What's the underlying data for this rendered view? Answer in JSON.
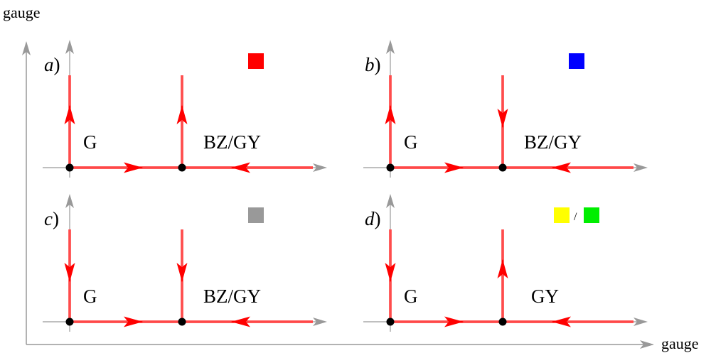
{
  "axes": {
    "y_label": "gauge",
    "x_label": "gauge",
    "axis_color": "#999999"
  },
  "flow_color": "#ff0000",
  "node_color": "#000000",
  "panels": [
    {
      "id": "a",
      "letter": "a",
      "paren": ")",
      "gaussian_label": "G",
      "fixed_point_label": "BZ/GY",
      "gaussian_vertical_flow": "up",
      "fixed_point_vertical_flow": "up",
      "swatches": [
        {
          "color": "#ff0000"
        }
      ],
      "swatch_separator": ""
    },
    {
      "id": "b",
      "letter": "b",
      "paren": ")",
      "gaussian_label": "G",
      "fixed_point_label": "BZ/GY",
      "gaussian_vertical_flow": "up",
      "fixed_point_vertical_flow": "down",
      "swatches": [
        {
          "color": "#0000ff"
        }
      ],
      "swatch_separator": ""
    },
    {
      "id": "c",
      "letter": "c",
      "paren": ")",
      "gaussian_label": "G",
      "fixed_point_label": "BZ/GY",
      "gaussian_vertical_flow": "down",
      "fixed_point_vertical_flow": "down",
      "swatches": [
        {
          "color": "#999999"
        }
      ],
      "swatch_separator": ""
    },
    {
      "id": "d",
      "letter": "d",
      "paren": ")",
      "gaussian_label": "G",
      "fixed_point_label": "GY",
      "gaussian_vertical_flow": "down",
      "fixed_point_vertical_flow": "up",
      "swatches": [
        {
          "color": "#ffff00"
        },
        {
          "color": "#00ee00"
        }
      ],
      "swatch_separator": "/"
    }
  ]
}
